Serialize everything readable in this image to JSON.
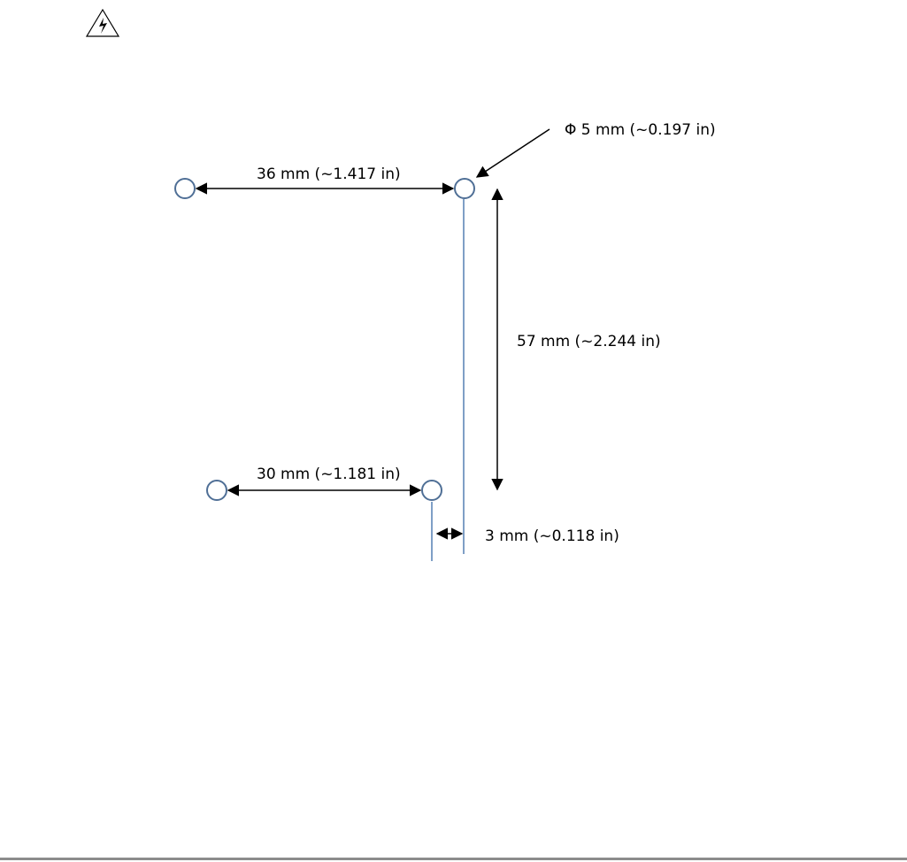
{
  "icons": {
    "warning": "electrical-warning-icon"
  },
  "labels": {
    "hole_diameter": "Φ 5 mm (~0.197 in)",
    "top_spacing": "36 mm (~1.417 in)",
    "vertical_spacing": "57 mm (~2.244 in)",
    "bottom_spacing": "30 mm (~1.181 in)",
    "offset": "3 mm (~0.118 in)"
  },
  "colors": {
    "hole_stroke": "#4f6f96",
    "guide_line": "#7f9fc6",
    "dimension": "#000000",
    "rule": "#8c8c8c"
  }
}
